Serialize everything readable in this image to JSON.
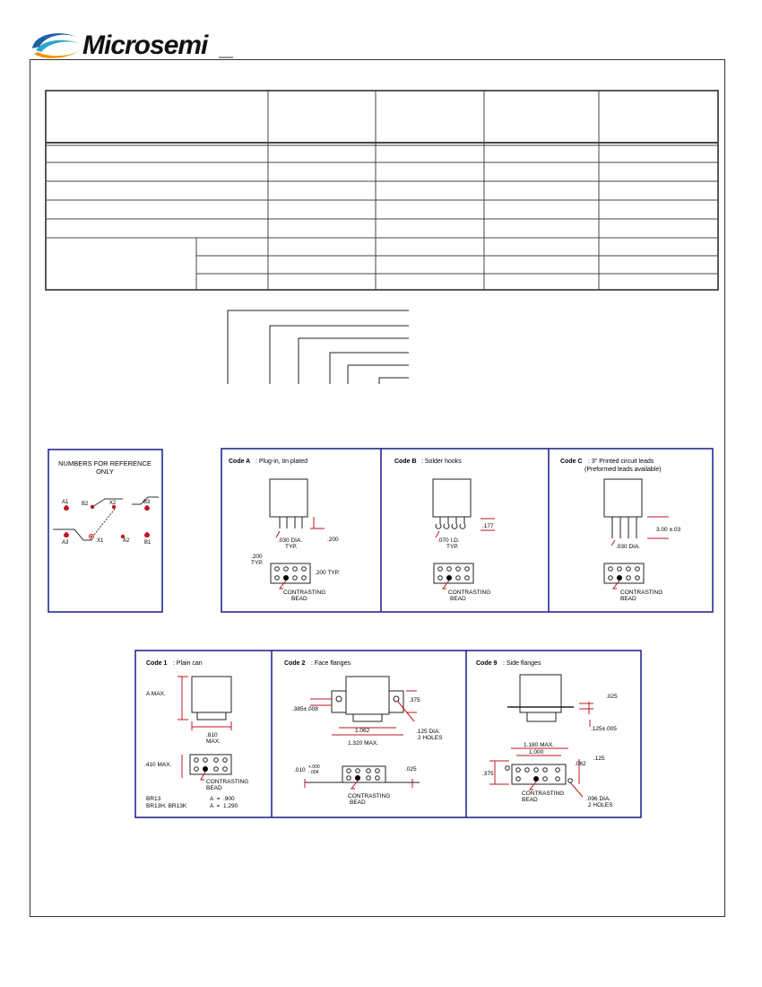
{
  "brand": {
    "name": "Microsemi",
    "colors": {
      "swoosh_blue": "#1e5fa8",
      "swoosh_teal": "#2aa7c9",
      "swoosh_orange": "#f39200",
      "frame_blue": "#1a1a8c"
    }
  },
  "reference": {
    "title_line1": "NUMBERS FOR REFERENCE",
    "title_line2": "ONLY",
    "pins": [
      "A1",
      "B2",
      "X2",
      "B3",
      "A3",
      "X1",
      "A2",
      "B1"
    ]
  },
  "lead_codes": [
    {
      "code": "Code A",
      "desc": ": Plug-in, tin plated",
      "dims": [
        ".030 DIA.",
        "TYP.",
        ".200",
        ".200",
        "TYP.",
        ".200 TYP."
      ],
      "bead_line1": "CONTRASTING",
      "bead_line2": "BEAD"
    },
    {
      "code": "Code B",
      "desc": ": Solder hooks",
      "dims": [
        ".070 I.D.",
        "TYP.",
        ".177"
      ],
      "bead_line1": "CONTRASTING",
      "bead_line2": "BEAD"
    },
    {
      "code": "Code C",
      "desc": ": 3\" Printed circuit leads",
      "desc2": "(Preformed leads available)",
      "dims": [
        ".030 DIA.",
        "3.00 ±.03"
      ],
      "bead_line1": "CONTRASTING",
      "bead_line2": "BEAD"
    }
  ],
  "can_codes": [
    {
      "code": "Code 1",
      "desc": ": Plain can",
      "dims": [
        "A MAX.",
        ".810",
        "MAX.",
        ".410 MAX."
      ],
      "bead_line1": "CONTRASTING",
      "bead_line2": "BEAD",
      "models": [
        {
          "name": "BR13",
          "value": "A  =  .900"
        },
        {
          "name": "BR13H, BR13K",
          "value": "A  =  1.290"
        }
      ]
    },
    {
      "code": "Code 2",
      "desc": ": Face flanges",
      "dims": [
        ".385±.008",
        ".375",
        "1.062",
        "1.320 MAX.",
        ".125 DIA.",
        "2 HOLES",
        ".010",
        "+.000",
        "-.004",
        ".025"
      ],
      "bead_line1": "CONTRASTING",
      "bead_line2": "BEAD"
    },
    {
      "code": "Code 9",
      "desc": ": Side flanges",
      "dims": [
        ".025",
        ".125±.005",
        "1.180 MAX.",
        "1.000",
        ".062",
        ".125",
        ".375",
        ".096 DIA.",
        "2 HOLES"
      ],
      "bead_line1": "CONTRASTING",
      "bead_line2": "BEAD"
    }
  ]
}
